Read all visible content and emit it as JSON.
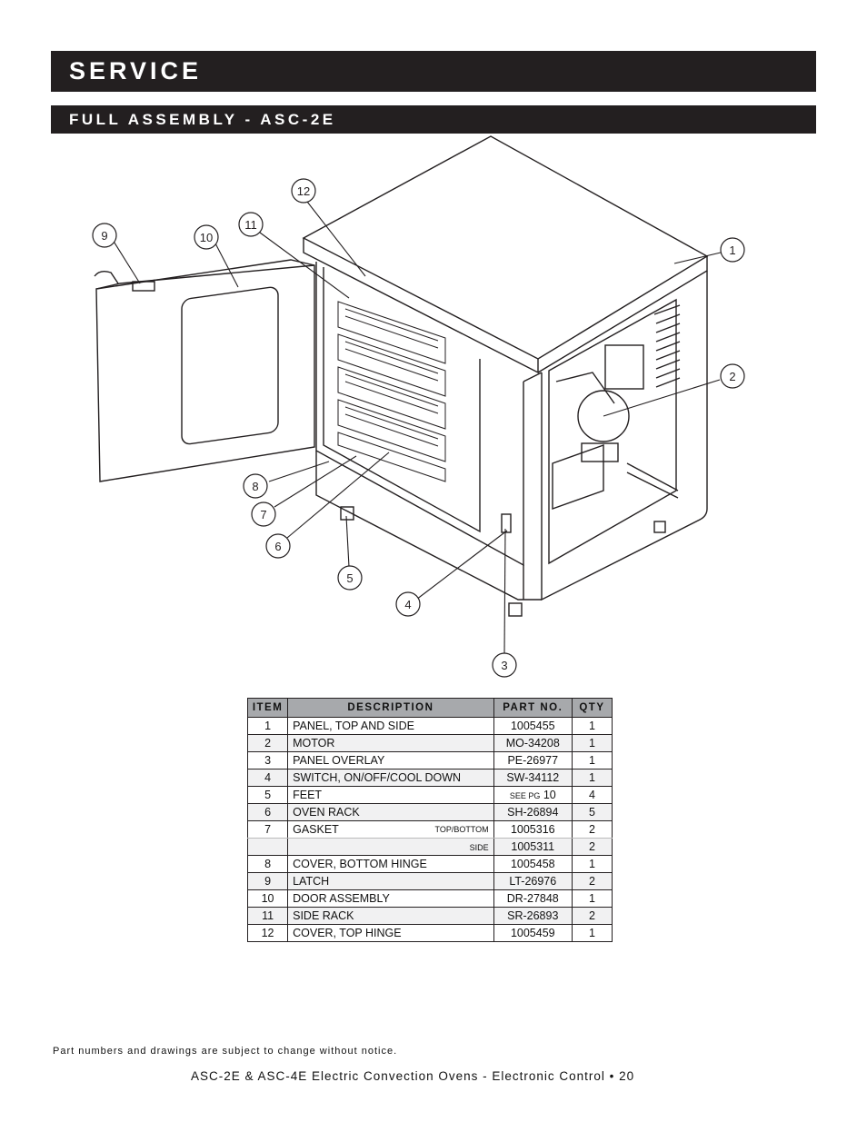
{
  "header": {
    "section_title": "SERVICE",
    "subsection_title": "FULL ASSEMBLY - ASC-2E"
  },
  "callouts": [
    "1",
    "2",
    "3",
    "4",
    "5",
    "6",
    "7",
    "8",
    "9",
    "10",
    "11",
    "12"
  ],
  "table": {
    "columns": [
      "ITEM",
      "DESCRIPTION",
      "PART NO.",
      "QTY"
    ],
    "rows": [
      {
        "item": "1",
        "desc": "PANEL, TOP AND SIDE",
        "note": "",
        "pre": "",
        "part": "1005455",
        "qty": "1"
      },
      {
        "item": "2",
        "desc": "MOTOR",
        "note": "",
        "pre": "",
        "part": "MO-34208",
        "qty": "1"
      },
      {
        "item": "3",
        "desc": "PANEL OVERLAY",
        "note": "",
        "pre": "",
        "part": "PE-26977",
        "qty": "1"
      },
      {
        "item": "4",
        "desc": "SWITCH, ON/OFF/COOL DOWN",
        "note": "",
        "pre": "",
        "part": "SW-34112",
        "qty": "1"
      },
      {
        "item": "5",
        "desc": "FEET",
        "note": "",
        "pre": "see pg",
        "part": "10",
        "qty": "4"
      },
      {
        "item": "6",
        "desc": "OVEN RACK",
        "note": "",
        "pre": "",
        "part": "SH-26894",
        "qty": "5"
      },
      {
        "item": "7",
        "desc": "GASKET",
        "note": "top/bottom",
        "pre": "",
        "part": "1005316",
        "qty": "2"
      },
      {
        "item": "",
        "desc": "",
        "note": "side",
        "pre": "",
        "part": "1005311",
        "qty": "2"
      },
      {
        "item": "8",
        "desc": "COVER, BOTTOM HINGE",
        "note": "",
        "pre": "",
        "part": "1005458",
        "qty": "1"
      },
      {
        "item": "9",
        "desc": "LATCH",
        "note": "",
        "pre": "",
        "part": "LT-26976",
        "qty": "2"
      },
      {
        "item": "10",
        "desc": "DOOR ASSEMBLY",
        "note": "",
        "pre": "",
        "part": "DR-27848",
        "qty": "1"
      },
      {
        "item": "11",
        "desc": "SIDE RACK",
        "note": "",
        "pre": "",
        "part": "SR-26893",
        "qty": "2"
      },
      {
        "item": "12",
        "desc": "COVER, TOP HINGE",
        "note": "",
        "pre": "",
        "part": "1005459",
        "qty": "1"
      }
    ]
  },
  "disclaimer": "Part numbers and drawings are subject to change without notice.",
  "footer": "ASC-2E & ASC-4E Electric Convection Ovens - Electronic Control • 20"
}
